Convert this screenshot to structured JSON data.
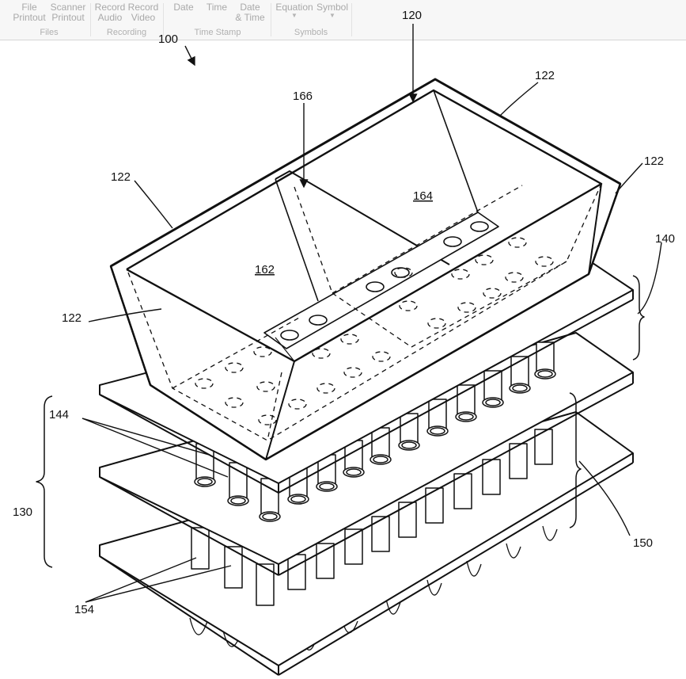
{
  "ribbon": {
    "buttons": {
      "file_printout": "File\nPrintout",
      "scanner_printout": "Scanner\nPrintout",
      "record_audio": "Record\nAudio",
      "record_video": "Record\nVideo",
      "date": "Date",
      "time": "Time",
      "date_time": "Date\n& Time",
      "equation": "Equation",
      "symbol": "Symbol"
    },
    "groups": {
      "files": "Files",
      "recording": "Recording",
      "time_stamp": "Time Stamp",
      "symbols": "Symbols"
    }
  },
  "figure": {
    "labels": {
      "l100": "100",
      "l120": "120",
      "l122_top_right": "122",
      "l122_top_left": "122",
      "l122_right": "122",
      "l122_left": "122",
      "l166": "166",
      "l164": "164",
      "l162": "162",
      "l140": "140",
      "l144": "144",
      "l130": "130",
      "l150": "150",
      "l154": "154"
    }
  }
}
